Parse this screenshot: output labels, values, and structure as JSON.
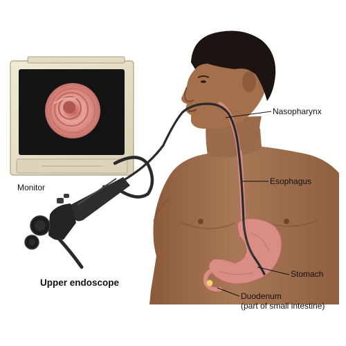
{
  "labels": {
    "monitor": "Monitor",
    "upper_endoscope": "Upper endoscope",
    "nasopharynx": "Nasopharynx",
    "esophagus": "Esophagus",
    "stomach": "Stomach",
    "duodenum": "Duodenum",
    "duodenum_note": "(part of small intestine)"
  },
  "colors": {
    "skin": "#a2714f",
    "skin_shadow": "#85573a",
    "hair": "#1b1411",
    "organ": "#d98d85",
    "cable": "#2a2a2c",
    "monitor_frame": "#e9e1c9",
    "screen": "#121212",
    "lumen": "#d88a84"
  },
  "icons": {
    "monitor": "monitor-icon",
    "endoscope": "endoscope-icon",
    "patient": "patient-figure"
  }
}
